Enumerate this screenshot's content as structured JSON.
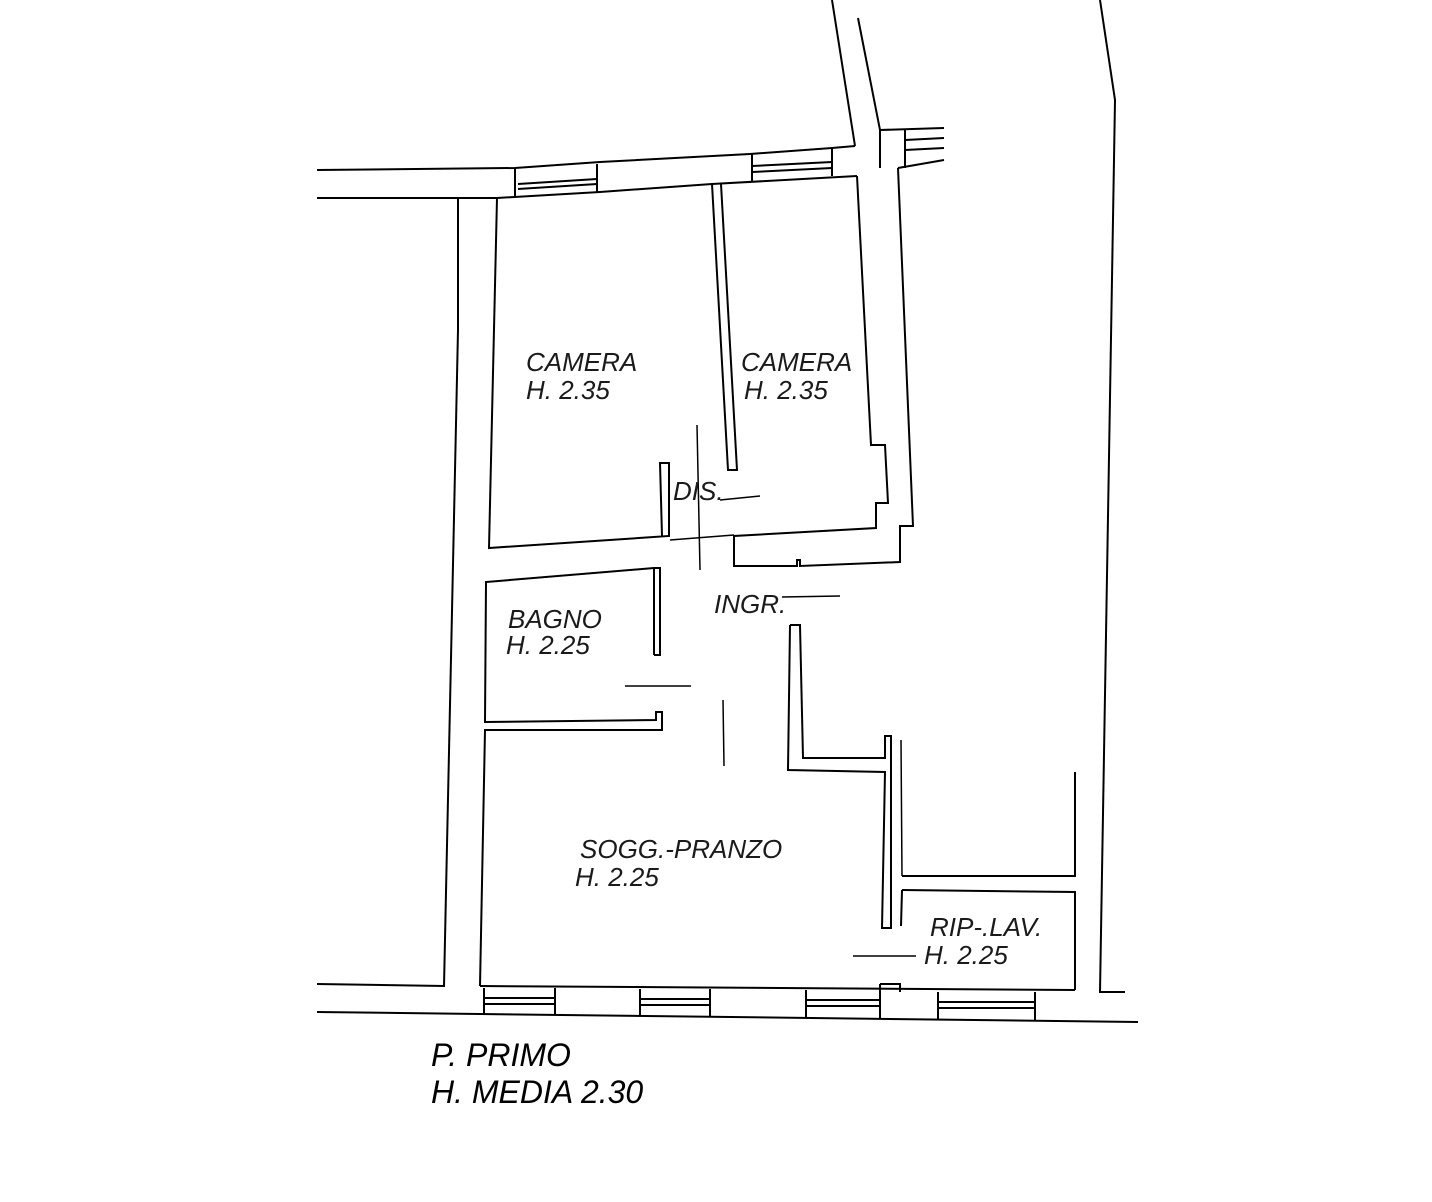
{
  "rooms": {
    "camera_left": {
      "name": "CAMERA",
      "height": "H. 2.35"
    },
    "camera_right": {
      "name": "CAMERA",
      "height": "H. 2.35"
    },
    "disimpegno": {
      "name": "DIS."
    },
    "bagno": {
      "name": "BAGNO",
      "height": "H. 2.25"
    },
    "ingresso": {
      "name": "INGR."
    },
    "soggiorno": {
      "name": "SOGG.-PRANZO",
      "height": "H. 2.25"
    },
    "ripostiglio": {
      "name": "RIP-.LAV.",
      "height": "H. 2.25"
    }
  },
  "title": {
    "floor": "P. PRIMO",
    "avg_height": "H. MEDIA 2.30"
  },
  "colors": {
    "lines": "#000000",
    "background": "#ffffff"
  }
}
